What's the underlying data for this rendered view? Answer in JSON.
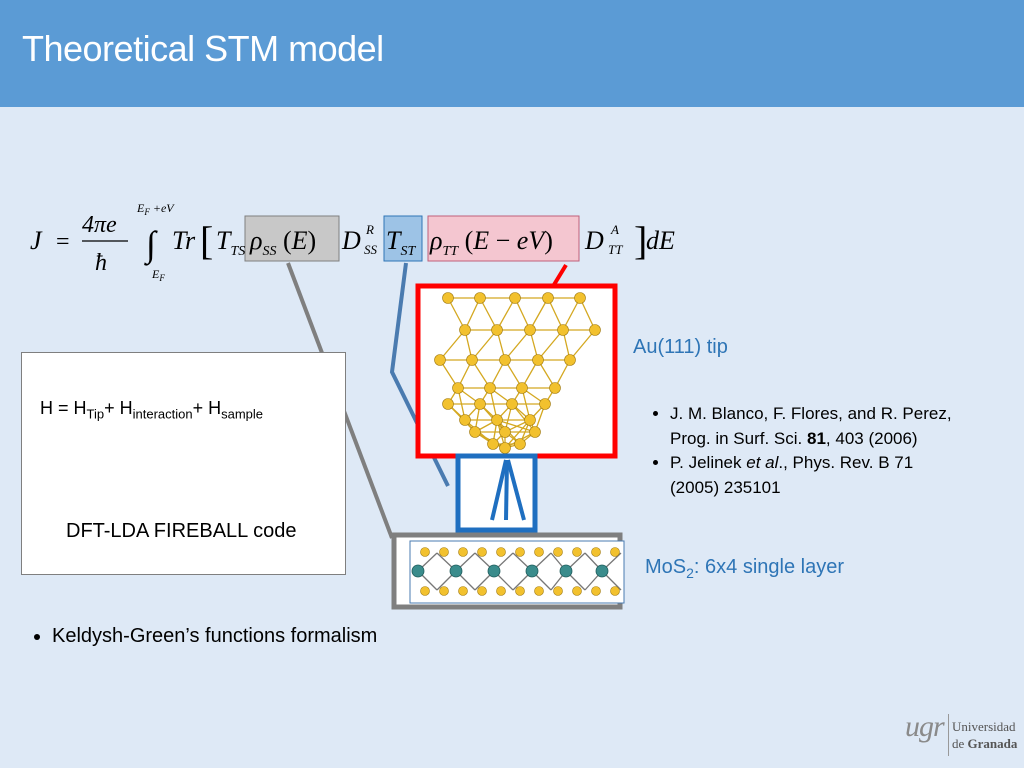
{
  "slide": {
    "title": "Theoretical STM model"
  },
  "equation": {
    "lhs": "J",
    "equals": "=",
    "numerator": "4πe",
    "denominator": "ħ",
    "upper_limit": "E_F +eV",
    "lower_limit": "E_F",
    "integrand": "Tr[T_TS ρ_SS(E) D^R_SS T_ST ρ_TT(E − eV) D^A_TT] dE"
  },
  "labels": {
    "tip": "Au(111) tip",
    "sample_pre": "MoS",
    "sample_sub": "2",
    "sample_post": ": 6x4 single layer"
  },
  "hamiltonian_box": {
    "h_text": "H = H",
    "sub_tip": "Tip",
    "plus1": "+ H",
    "sub_interaction": "interaction",
    "plus2": "+ H",
    "sub_sample": "sample",
    "code": "DFT-LDA FIREBALL code"
  },
  "references": [
    {
      "line1": "J. M. Blanco, F. Flores, and R. Perez,",
      "line2_pre": "Prog. in Surf. Sci. ",
      "line2_bold": "81",
      "line2_post": ", 403 (2006)"
    },
    {
      "line1_pre": "P. Jelinek ",
      "line1_italic": "et al",
      "line1_post": ".,  Phys. Rev. B 71",
      "line2": "(2005) 235101"
    }
  ],
  "bullet": "Keldysh-Green’s functions formalism",
  "logo": {
    "mark": "ugr",
    "line1": "Universidad",
    "line2_pre": "de ",
    "line2_bold": "Granada"
  },
  "colors": {
    "header": "#5b9bd5",
    "background": "#dee9f6",
    "accent_blue": "#2e75b6",
    "tip_red": "#ff0000",
    "gold_atom": "#f2c12e",
    "mo_atom": "#3a8c8c",
    "gray_box": "#7f7f7f",
    "pink_box": "#f4c6d0",
    "blue_box": "#9dc3e6",
    "gray_fill": "#c8c8c8"
  }
}
